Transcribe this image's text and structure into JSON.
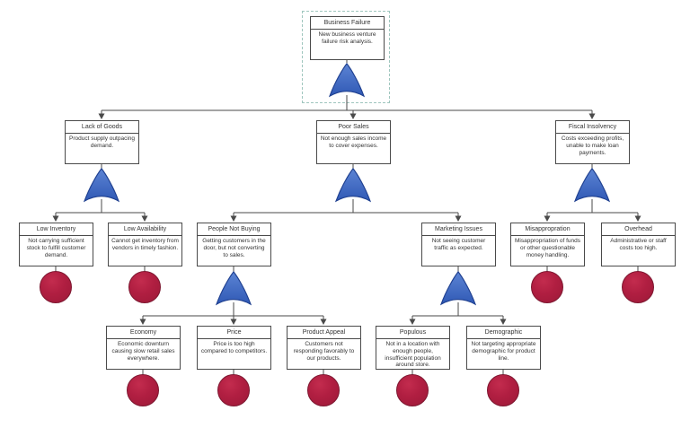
{
  "diagram_title": "Business Failure",
  "nodes": {
    "business_failure": {
      "title": "Business Failure",
      "desc": "New business venture failure risk analysis."
    },
    "lack_of_goods": {
      "title": "Lack of Goods",
      "desc": "Product supply outpacing demand."
    },
    "poor_sales": {
      "title": "Poor Sales",
      "desc": "Not enough sales income to cover expenses."
    },
    "fiscal_insolvency": {
      "title": "Fiscal Insolvency",
      "desc": "Costs exceeding profits, unable to make loan payments."
    },
    "low_inventory": {
      "title": "Low Inventory",
      "desc": "Not carrying sufficient stock to fulfill customer demand."
    },
    "low_availability": {
      "title": "Low Availability",
      "desc": "Cannot get inventory from vendors in timely fashion."
    },
    "people_not_buying": {
      "title": "People Not Buying",
      "desc": "Getting customers in the door, but not converting to sales."
    },
    "marketing_issues": {
      "title": "Marketing Issues",
      "desc": "Not seeing customer traffic as expected."
    },
    "misappropration": {
      "title": "Misappropration",
      "desc": "Misappropriation of funds or other questionable money handling."
    },
    "overhead": {
      "title": "Overhead",
      "desc": "Administrative or staff costs too high."
    },
    "economy": {
      "title": "Economy",
      "desc": "Economic downturn causing slow retail sales everywhere."
    },
    "price": {
      "title": "Price",
      "desc": "Price is too high compared to competitors."
    },
    "product_appeal": {
      "title": "Product Appeal",
      "desc": "Customers not responding favorably to our products."
    },
    "populous": {
      "title": "Populous",
      "desc": "Not in a location with enough people, insufficient population around store."
    },
    "demographic": {
      "title": "Demographic",
      "desc": "Not targeting appropriate demographic for product line."
    }
  },
  "colors": {
    "or_gate_fill_top": "#5c84d4",
    "or_gate_fill_bottom": "#3059b5",
    "or_gate_stroke": "#1e3f8f",
    "basic_event_fill": "#b01e41",
    "basic_event_stroke": "#7d1730",
    "connector_line": "#4a4a4a",
    "node_border": "#4a4a4a",
    "selection_dash": "#9fc6be"
  }
}
